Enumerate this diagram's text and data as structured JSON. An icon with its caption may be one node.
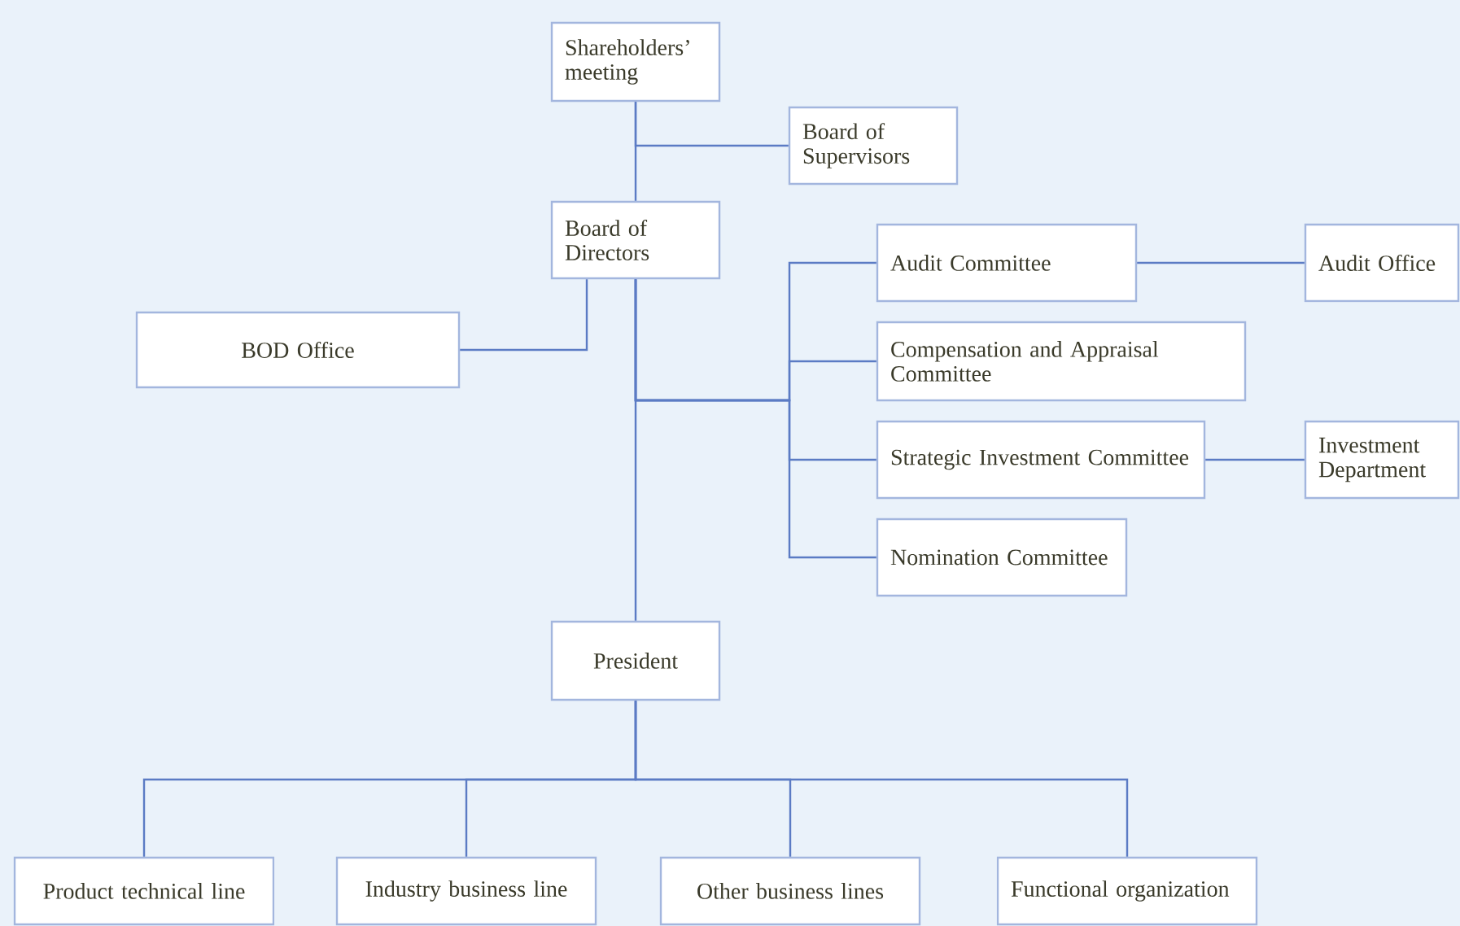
{
  "diagram": {
    "nodes": [
      {
        "text": [
          "Shareholders’ meeting"
        ]
      },
      {
        "text": [
          "Board of Supervisors"
        ]
      },
      {
        "text": [
          "Board of Directors"
        ]
      },
      {
        "text": [
          "BOD Office"
        ]
      },
      {
        "text": [
          "Audit Committee"
        ]
      },
      {
        "text": [
          "Audit Office"
        ]
      },
      {
        "text": [
          "Compensation and Appraisal Committee"
        ]
      },
      {
        "text": [
          "Strategic Investment Committee"
        ]
      },
      {
        "text": [
          "Investment Department"
        ]
      },
      {
        "text": [
          "Nomination Committee"
        ]
      },
      {
        "text": [
          "President"
        ]
      },
      {
        "text": [
          "Product technical line"
        ]
      },
      {
        "text": [
          "Industry business line"
        ]
      },
      {
        "text": [
          "Other business lines"
        ]
      },
      {
        "text": [
          "Functional organization"
        ]
      }
    ],
    "edges": [
      {
        "from": 0,
        "to": 1,
        "arrow": "none"
      },
      {
        "from": 0,
        "to": 2,
        "arrow": "none"
      },
      {
        "from": 2,
        "to": 3,
        "arrow": "none"
      },
      {
        "from": 2,
        "to": 4,
        "arrow": "none"
      },
      {
        "from": 2,
        "to": 6,
        "arrow": "none"
      },
      {
        "from": 2,
        "to": 7,
        "arrow": "none"
      },
      {
        "from": 2,
        "to": 9,
        "arrow": "none"
      },
      {
        "from": 4,
        "to": 5,
        "arrow": "none"
      },
      {
        "from": 7,
        "to": 8,
        "arrow": "none"
      },
      {
        "from": 2,
        "to": 10,
        "arrow": "none"
      },
      {
        "from": 10,
        "to": 11,
        "arrow": "none"
      },
      {
        "from": 10,
        "to": 12,
        "arrow": "none"
      },
      {
        "from": 10,
        "to": 13,
        "arrow": "none"
      },
      {
        "from": 10,
        "to": 14,
        "arrow": "none"
      }
    ]
  }
}
